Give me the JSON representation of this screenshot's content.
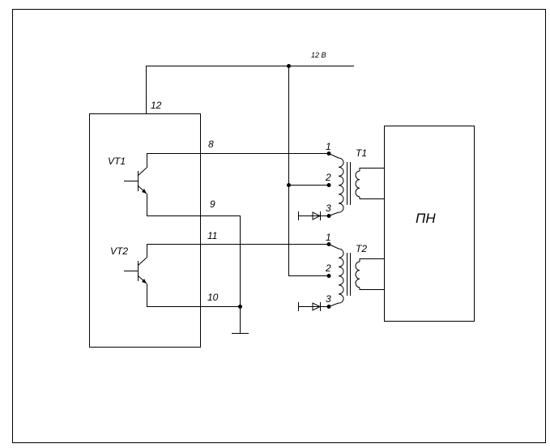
{
  "supply_label": "12 В",
  "pins": {
    "p12": "12",
    "p8": "8",
    "p9": "9",
    "p11": "11",
    "p10": "10"
  },
  "transistors": {
    "vt1": "VT1",
    "vt2": "VT2"
  },
  "transformers": {
    "t1": {
      "name": "T1",
      "taps": [
        "1",
        "2",
        "3"
      ]
    },
    "t2": {
      "name": "T2",
      "taps": [
        "1",
        "2",
        "3"
      ]
    }
  },
  "converter_label": "ПН"
}
